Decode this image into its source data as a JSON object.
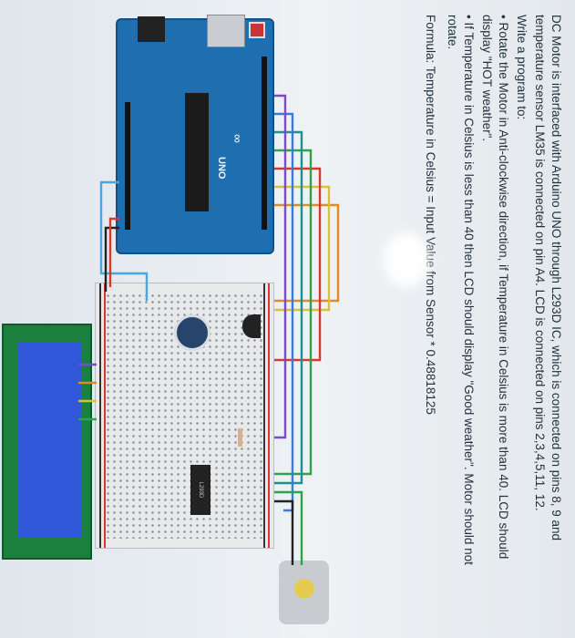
{
  "problem": {
    "intro": "DC Motor is interfaced with Arduino UNO through L293D IC, which is connected on pins 8, 9 and temperature sensor LM35 is connected on pin A4. LCD is connected on pins 2,3,4,5,11, 12.",
    "task_heading": "Write a program to:",
    "bullet_1": "Rotate the Motor in Anti-clockwise direction, if Temperature in Celsius is more than 40. LCD should display \"HOT weather\".",
    "bullet_2": "If Temperature in Celsius is less than 40 then LCD should display \"Good weather\". Motor should not rotate.",
    "formula": "Formula: Temperature in Celsius = Input Value from Sensor * 0.48818125"
  },
  "circuit": {
    "board_name": "UNO",
    "board_logo": "∞",
    "ic_label": "L293D"
  },
  "colors": {
    "arduino": "#1f6fb0",
    "lcd_board": "#1b7f3d",
    "lcd_screen": "#2f57d8"
  }
}
